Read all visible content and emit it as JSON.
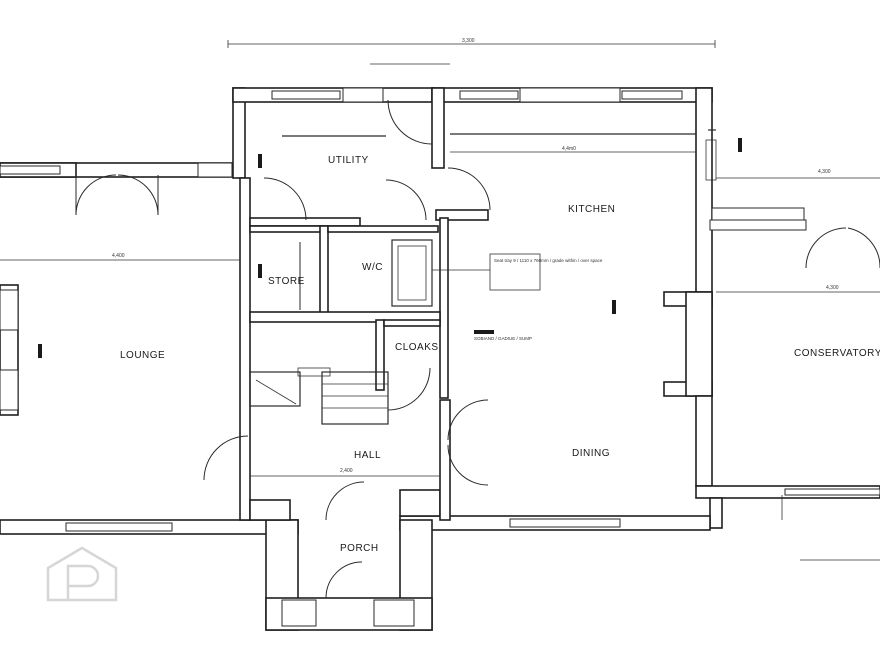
{
  "floor_plan": {
    "rooms": {
      "utility": "UTILITY",
      "kitchen": "KITCHEN",
      "store": "STORE",
      "wc": "W/C",
      "cloaks": "CLOAKS",
      "lounge": "LOUNGE",
      "conservatory": "CONSERVATORY",
      "hall": "HALL",
      "dining": "DINING",
      "porch": "PORCH"
    },
    "dimensions": {
      "overall_width": "3,300",
      "kitchen_width": "4,4m0",
      "lounge_width": "4,400",
      "conservatory_top": "4,300",
      "conservatory_mid": "4,300",
      "hall_width": "2,400"
    },
    "notes": {
      "wc_note": "Seat tray 9 / 1110 x 760mm / grade within / over space",
      "kitchen_appliance": "SOBIAND / GADIUE / SUMP"
    }
  },
  "watermark": {
    "icon": "house-logo-icon",
    "color": "#d6d6d6"
  }
}
